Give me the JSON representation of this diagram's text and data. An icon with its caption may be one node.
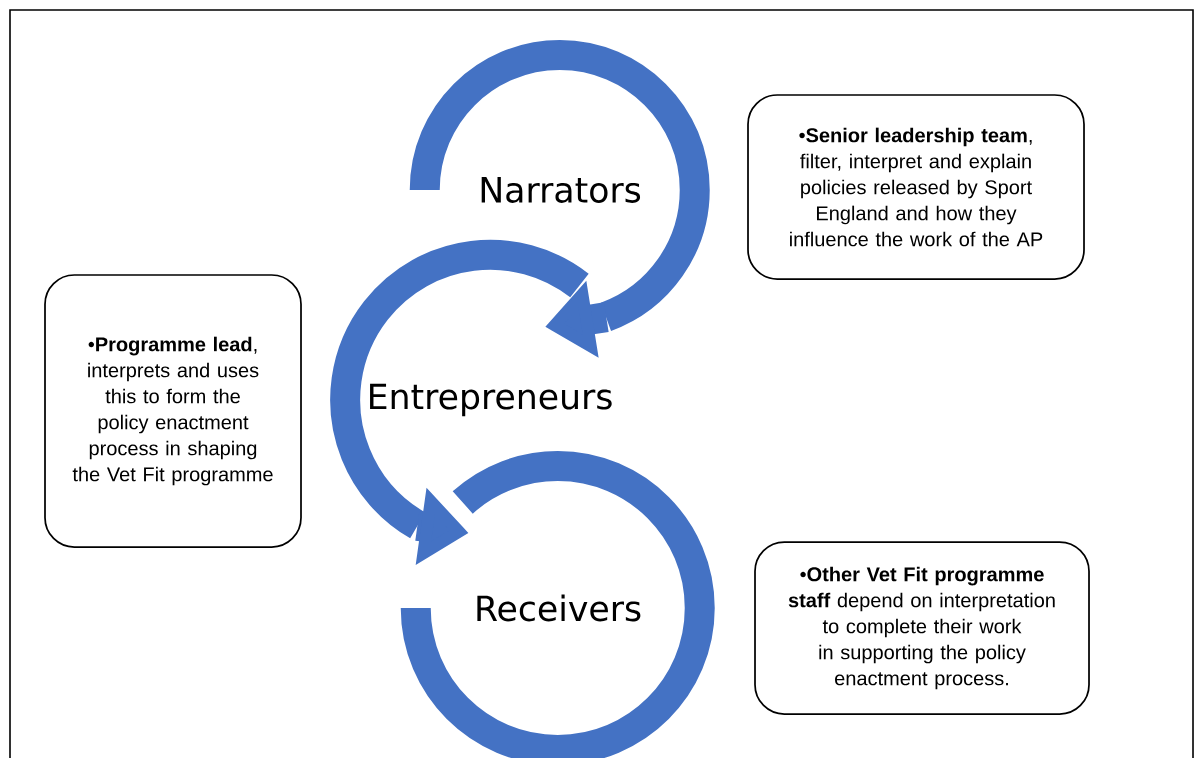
{
  "diagram": {
    "nodes": [
      {
        "text": [
          "Narrators"
        ]
      },
      {
        "text": [
          "•**Senior leadership team**, filter, interpret and explain policies released by Sport England and how they influence the work of the AP"
        ]
      },
      {
        "text": [
          "•**Programme lead**, interprets and uses this to form the policy enactment process in shaping the Vet Fit programme"
        ]
      },
      {
        "text": [
          "Entrepreneurs"
        ]
      },
      {
        "text": [
          "Receivers"
        ]
      },
      {
        "text": [
          "•**Other Vet Fit programme staff** depend on interpretation to complete their work in supporting the policy enactment process."
        ]
      }
    ],
    "edges": [
      {
        "from": 0,
        "to": 3,
        "arrow": "to"
      },
      {
        "from": 3,
        "to": 4,
        "arrow": "to"
      }
    ]
  }
}
